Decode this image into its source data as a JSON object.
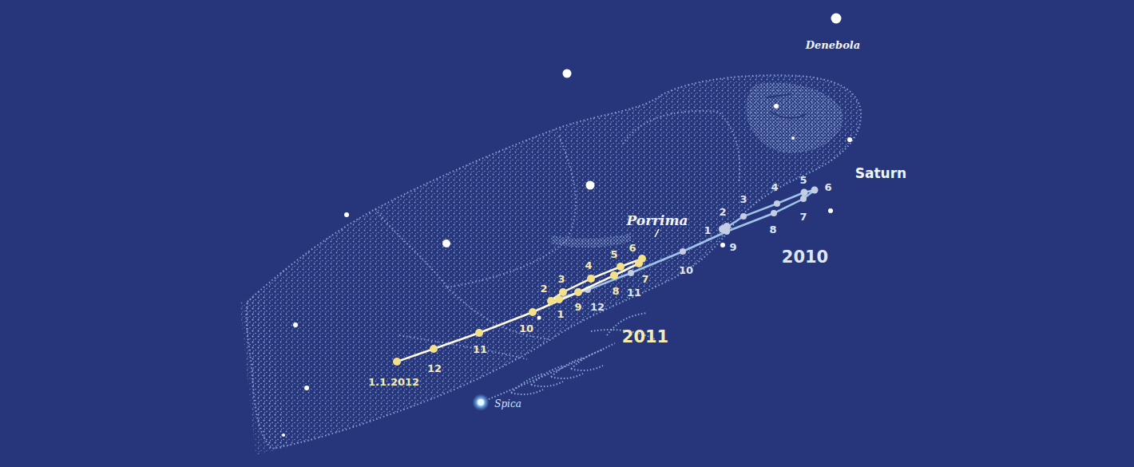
{
  "diagram": {
    "labels": [
      "Denebola",
      "Saturn",
      "1",
      "2",
      "3",
      "4",
      "5",
      "6",
      "7",
      "8",
      "9",
      "10",
      "11",
      "12",
      "2010",
      "Porrima",
      "1",
      "2",
      "3",
      "4",
      "5",
      "6",
      "7",
      "8",
      "9",
      "10",
      "11",
      "12",
      "1.1.2012",
      "2011",
      "Spica"
    ]
  }
}
